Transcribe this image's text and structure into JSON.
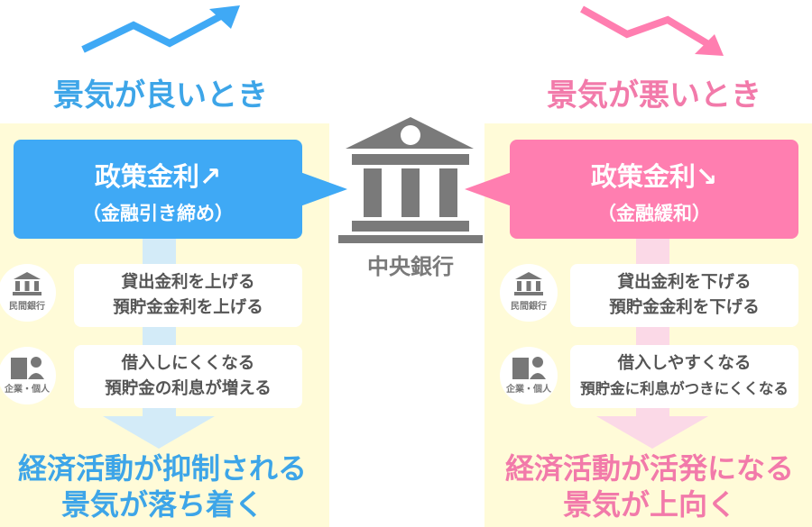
{
  "colors": {
    "blue": "#3fa9f5",
    "pink": "#ff7eb0",
    "panel": "#fffbd8",
    "gray": "#7a7a7a"
  },
  "good": {
    "heading": "景気が良いとき",
    "policy_title": "政策金利↗",
    "policy_sub": "（金融引き締め）",
    "bank_label": "民間銀行",
    "bank_lines": [
      "貸出金利を上げる",
      "預貯金金利を上げる"
    ],
    "people_label": "企業・個人",
    "people_lines": [
      "借入しにくくなる",
      "預貯金の利息が増える"
    ],
    "result": [
      "経済活動が抑制される",
      "景気が落ち着く"
    ]
  },
  "bad": {
    "heading": "景気が悪いとき",
    "policy_title": "政策金利↘",
    "policy_sub": "（金融緩和）",
    "bank_label": "民間銀行",
    "bank_lines": [
      "貸出金利を下げる",
      "預貯金金利を下げる"
    ],
    "people_label": "企業・個人",
    "people_lines": [
      "借入しやすくなる",
      "預貯金に利息がつきにくくなる"
    ],
    "result": [
      "経済活動が活発になる",
      "景気が上向く"
    ]
  },
  "center": {
    "label": "中央銀行",
    "icon": "bank-icon"
  }
}
